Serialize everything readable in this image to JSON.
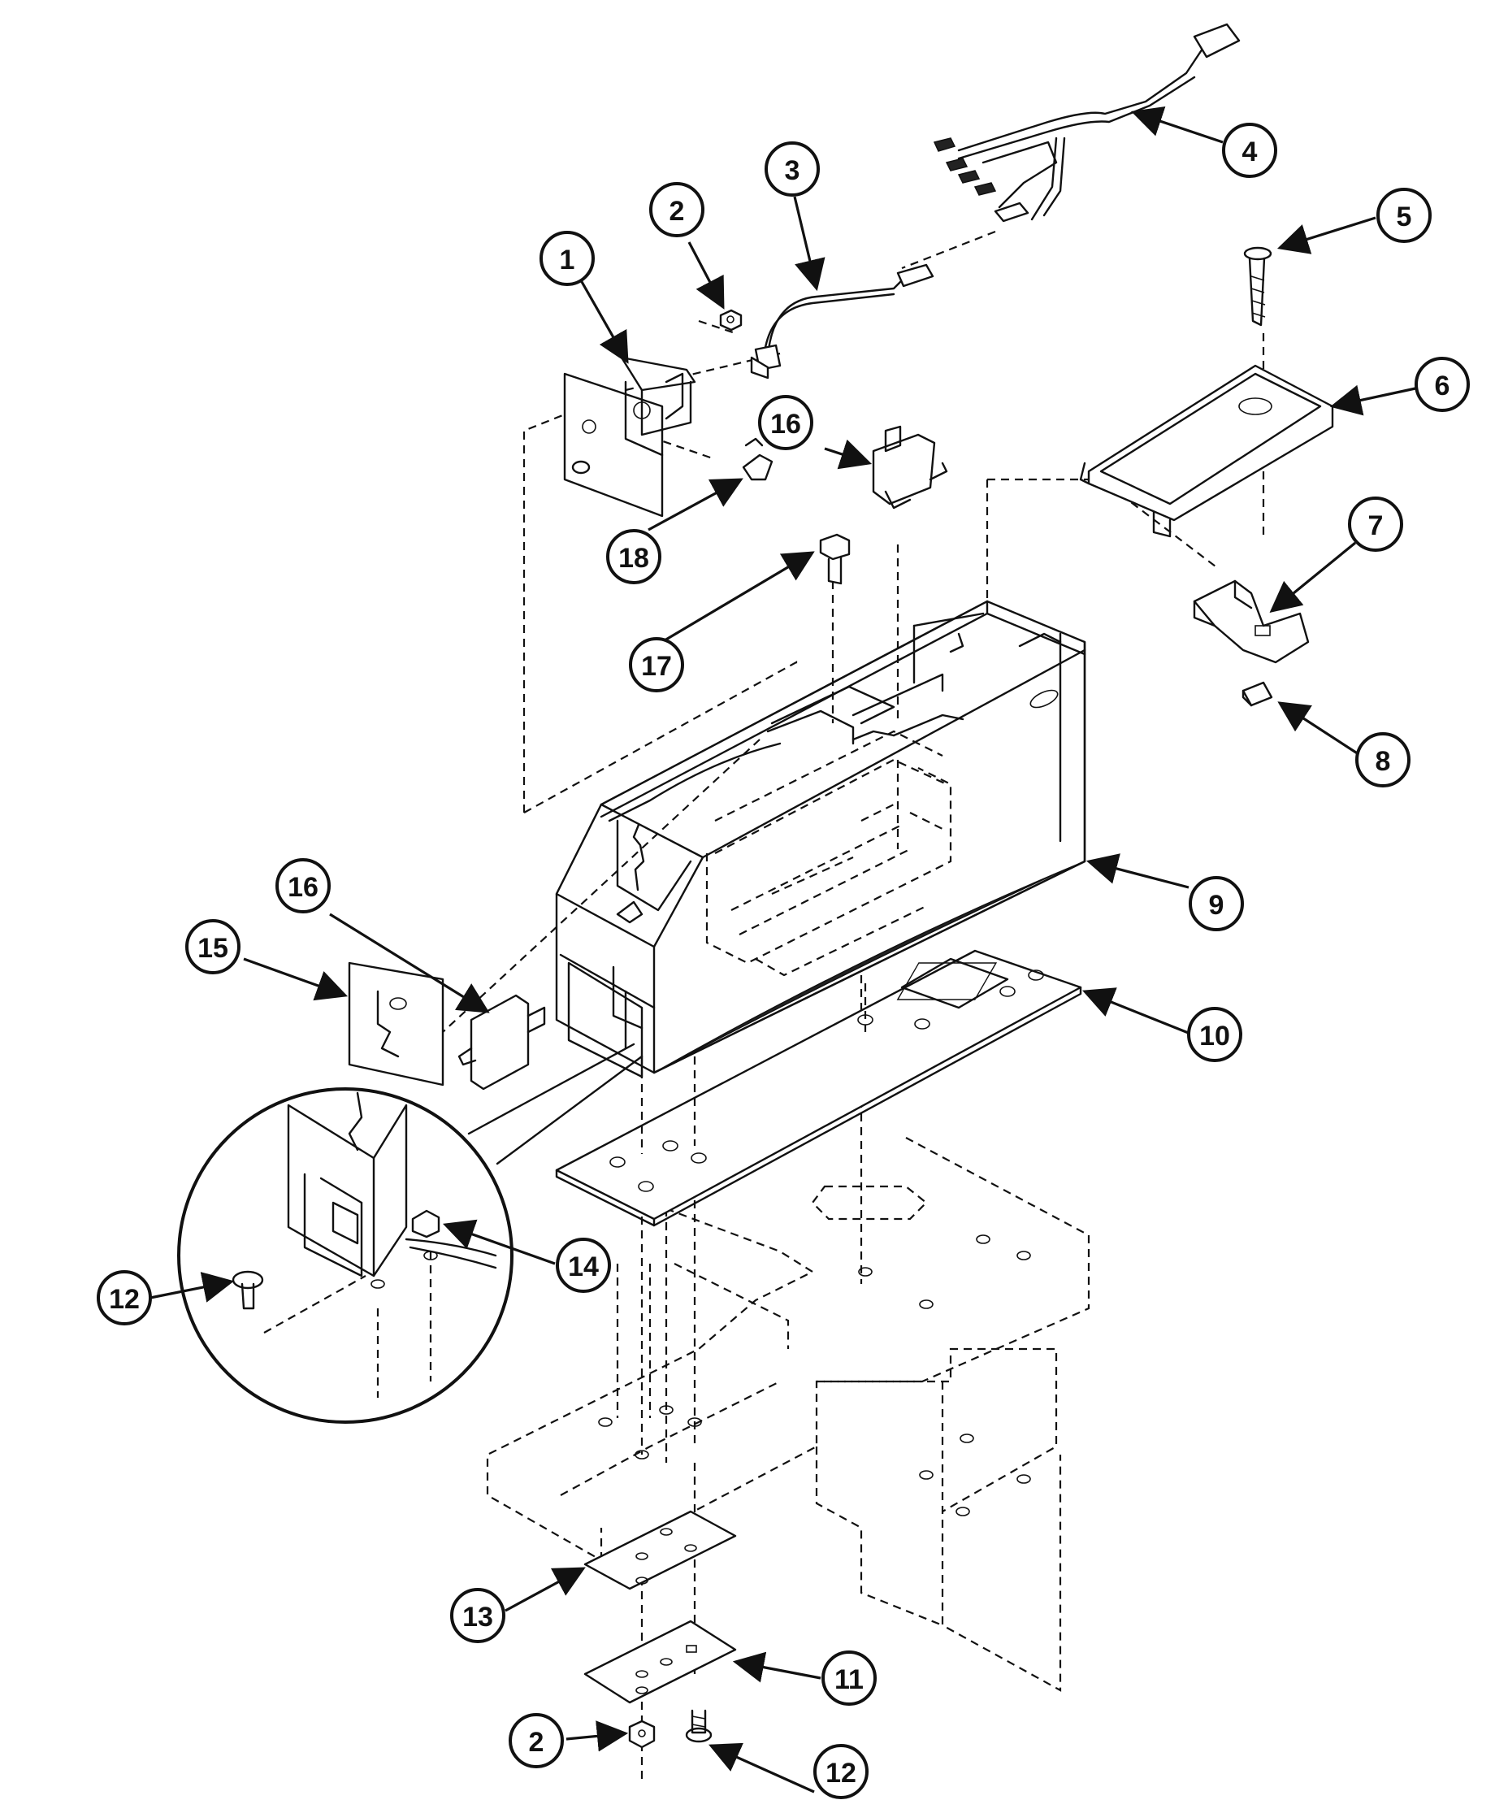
{
  "callouts": [
    {
      "id": "c1",
      "label": "1"
    },
    {
      "id": "c2a",
      "label": "2"
    },
    {
      "id": "c3",
      "label": "3"
    },
    {
      "id": "c4",
      "label": "4"
    },
    {
      "id": "c5",
      "label": "5"
    },
    {
      "id": "c6",
      "label": "6"
    },
    {
      "id": "c7",
      "label": "7"
    },
    {
      "id": "c8",
      "label": "8"
    },
    {
      "id": "c9",
      "label": "9"
    },
    {
      "id": "c10",
      "label": "10"
    },
    {
      "id": "c11",
      "label": "11"
    },
    {
      "id": "c12a",
      "label": "12"
    },
    {
      "id": "c12b",
      "label": "12"
    },
    {
      "id": "c13",
      "label": "13"
    },
    {
      "id": "c14",
      "label": "14"
    },
    {
      "id": "c15",
      "label": "15"
    },
    {
      "id": "c16a",
      "label": "16"
    },
    {
      "id": "c16b",
      "label": "16"
    },
    {
      "id": "c17",
      "label": "17"
    },
    {
      "id": "c18",
      "label": "18"
    },
    {
      "id": "c2b",
      "label": "2"
    }
  ]
}
